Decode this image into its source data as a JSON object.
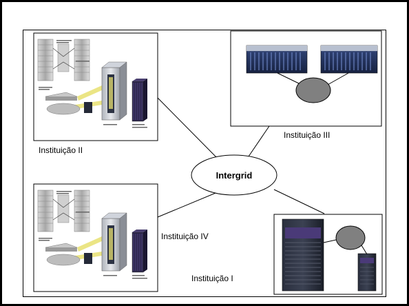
{
  "diagram": {
    "center_label": "Intergrid",
    "institutions": [
      {
        "id": "II",
        "label": "Instituição II"
      },
      {
        "id": "III",
        "label": "Instituição III"
      },
      {
        "id": "IV",
        "label": "Instituição IV"
      },
      {
        "id": "I",
        "label": "Instituição I"
      }
    ]
  },
  "colors": {
    "line": "#000000",
    "node_fill": "#808080",
    "rack_dark": "#1e2435",
    "blade_blue": "#3a5aa0",
    "stack_grey": "#b8b8b8",
    "accent_yellow": "#e8e070",
    "accent_purple": "#4a3a78"
  }
}
